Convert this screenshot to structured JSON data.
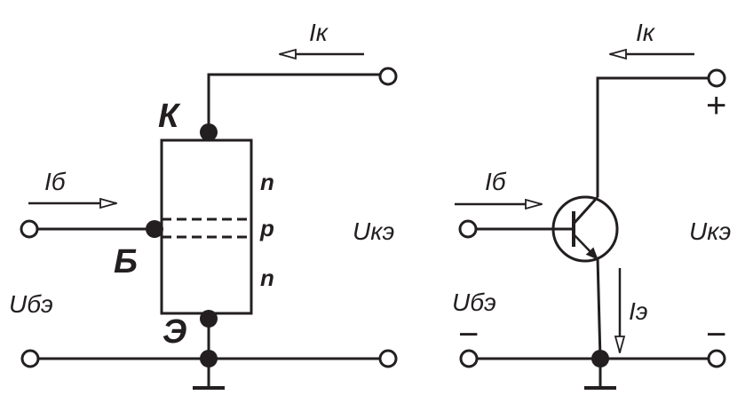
{
  "left_circuit": {
    "collector_current": "Iк",
    "base_current": "Iб",
    "collector_terminal": "К",
    "base_terminal": "Б",
    "emitter_terminal": "Э",
    "layer_top": "n",
    "layer_mid": "p",
    "layer_bottom": "n",
    "voltage_ce": "Uкэ",
    "voltage_be": "Uбэ"
  },
  "right_circuit": {
    "collector_current": "Iк",
    "base_current": "Iб",
    "emitter_current": "Iэ",
    "voltage_ce": "Uкэ",
    "voltage_be": "Uбэ",
    "plus_sign": "+",
    "minus_left": "−",
    "minus_right": "−"
  },
  "colors": {
    "line": "#231f20",
    "background": "#ffffff"
  }
}
